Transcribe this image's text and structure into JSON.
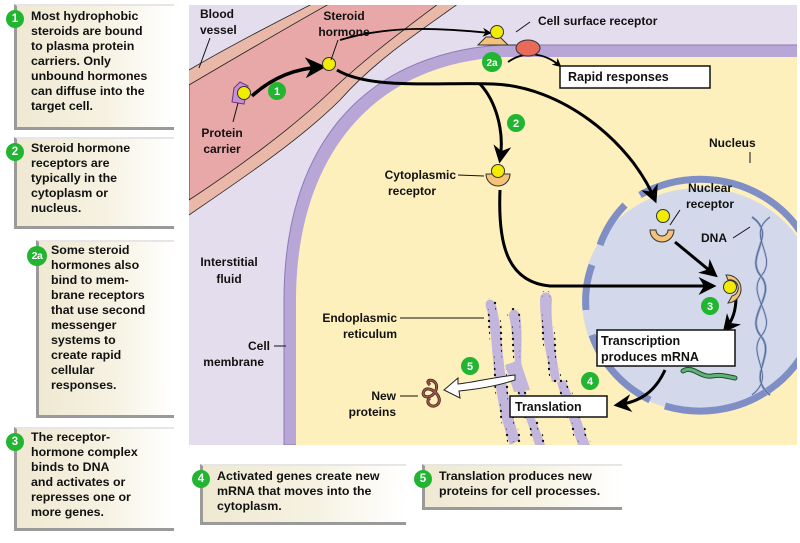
{
  "title": "Steroid hormone mechanism of action",
  "colors": {
    "badge": "#21b531",
    "interstitial_fluid": "#e4ddee",
    "blood_vessel": "#e9a8a8",
    "cell_membrane": "#b7a6d6",
    "cytoplasm": "#fdf0bd",
    "nucleus": "#d3d9ea",
    "nuclear_envelope": "#7f8fc6",
    "hormone": "#f2ec00",
    "receptor": "#f5c27a",
    "er": "#c3b6dc",
    "mrna": "#3a9a5a",
    "second_messenger": "#e96a5a"
  },
  "captions": [
    {
      "badge": "1",
      "text": [
        "Most hydrophobic",
        "steroids are bound",
        "to plasma protein",
        "carriers. Only",
        "unbound hormones",
        "can diffuse into the",
        "target cell."
      ]
    },
    {
      "badge": "2",
      "text": [
        "Steroid hormone",
        "receptors are",
        "typically in the",
        "cytoplasm or",
        "nucleus."
      ]
    },
    {
      "badge": "2a",
      "text": [
        "Some steroid",
        "hormones also",
        "bind to mem-",
        "brane receptors",
        "that use second",
        "messenger",
        "systems to",
        "create rapid",
        "cellular",
        "responses."
      ]
    },
    {
      "badge": "3",
      "text": [
        "The receptor-",
        "hormone complex",
        "binds to DNA",
        "and activates or",
        "represses one or",
        "more genes."
      ]
    },
    {
      "badge": "4",
      "text": [
        "Activated genes create new",
        "mRNA that moves into the",
        "cytoplasm."
      ]
    },
    {
      "badge": "5",
      "text": [
        "Translation produces new",
        "proteins for cell processes."
      ]
    }
  ],
  "labels": {
    "blood_vessel": [
      "Blood",
      "vessel"
    ],
    "steroid_hormone": [
      "Steroid",
      "hormone"
    ],
    "protein_carrier": [
      "Protein",
      "carrier"
    ],
    "cell_surface_receptor": "Cell surface receptor",
    "rapid_responses": "Rapid responses",
    "cytoplasmic_receptor": [
      "Cytoplasmic",
      "receptor"
    ],
    "nucleus": "Nucleus",
    "nuclear_receptor": [
      "Nuclear",
      "receptor"
    ],
    "dna": "DNA",
    "interstitial_fluid": [
      "Interstitial",
      "fluid"
    ],
    "endoplasmic_reticulum": [
      "Endoplasmic",
      "reticulum"
    ],
    "cell_membrane": [
      "Cell",
      "membrane"
    ],
    "new_proteins": [
      "New",
      "proteins"
    ],
    "transcription": [
      "Transcription",
      "produces mRNA"
    ],
    "translation": "Translation"
  },
  "step_badges": {
    "s1": "1",
    "s2": "2",
    "s2a": "2a",
    "s3": "3",
    "s4": "4",
    "s5": "5"
  }
}
